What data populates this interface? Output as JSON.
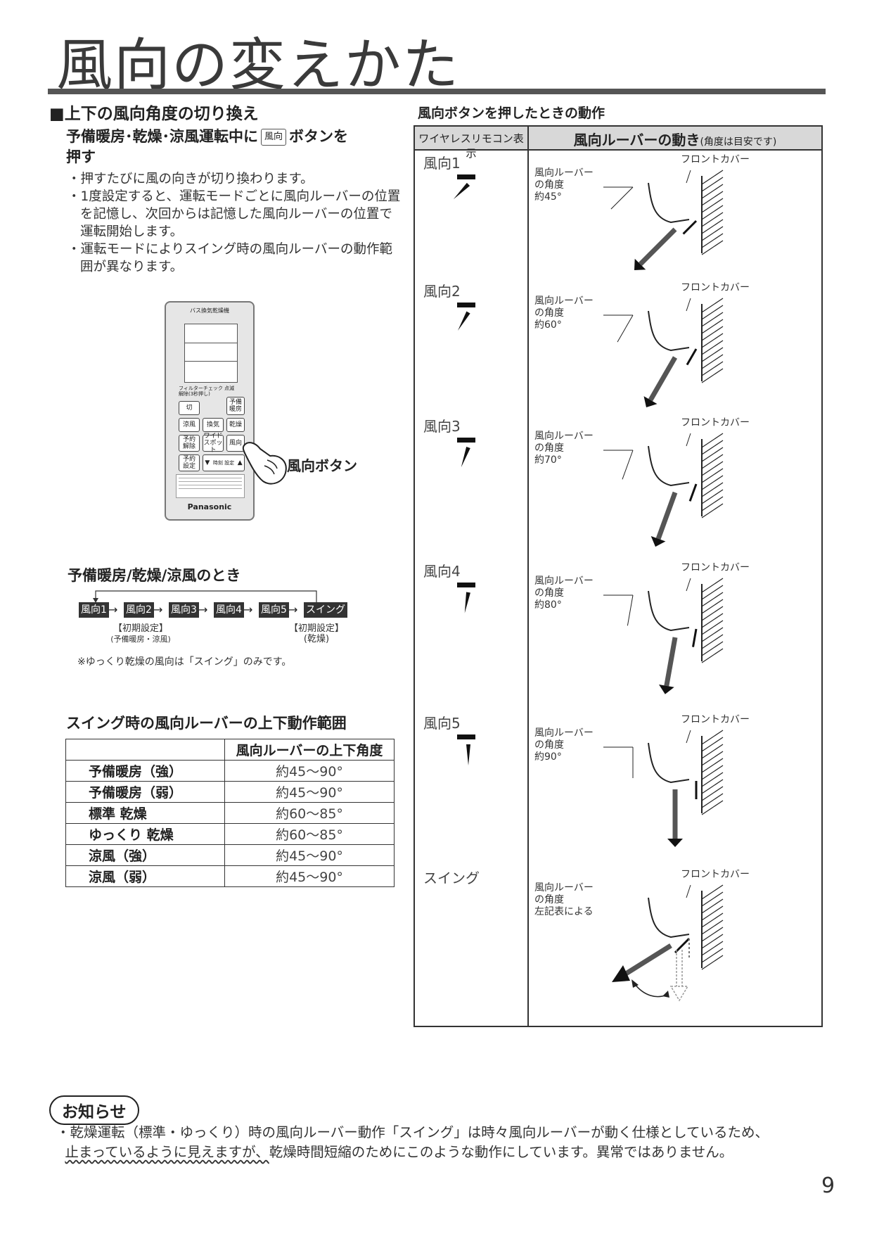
{
  "page_title": "風向の変えかた",
  "section": {
    "heading": "■上下の風向角度の切り換え",
    "lead_before": "予備暖房･乾燥･涼風運転中に",
    "lead_key": "風向",
    "lead_after": "ボタンを",
    "lead_line2": "押す",
    "bullets": [
      "・押すたびに風の向きが切り換わります。",
      "・1度設定すると、運転モードごとに風向ルーバーの位置を記憶し、次回からは記憶した風向ルーバーの位置で運転開始します。",
      "・運転モードによりスイング時の風向ルーバーの動作範囲が異なります。"
    ]
  },
  "remote": {
    "top_label": "バス換気乾燥機",
    "filter_text": "フィルターチェック 点滅解除(3秒押し)",
    "buttons": [
      "切",
      "予備 暖房",
      "涼風",
      "換気",
      "乾燥",
      "予約 解除",
      "ワイド スポット",
      "風向",
      "予約 設定",
      "▼",
      "時刻 設定",
      "▲"
    ],
    "brand": "Panasonic",
    "callout": "風向ボタン"
  },
  "sequence": {
    "heading": "予備暖房/乾燥/涼風のとき",
    "items": [
      "風向1",
      "風向2",
      "風向3",
      "風向4",
      "風向5",
      "スイング"
    ],
    "arrow": "→",
    "init_left": "【初期設定】",
    "init_left_sub": "(予備暖房・涼風)",
    "init_right": "【初期設定】",
    "init_right_sub": "(乾燥)",
    "note": "※ゆっくり乾燥の風向は「スイング」のみです。"
  },
  "range": {
    "heading": "スイング時の風向ルーバーの上下動作範囲",
    "col_header": "風向ルーバーの上下角度",
    "rows": [
      {
        "mode": "予備暖房（強）",
        "angle": "約45～90°"
      },
      {
        "mode": "予備暖房（弱）",
        "angle": "約45～90°"
      },
      {
        "mode": "標準 乾燥",
        "angle": "約60～85°"
      },
      {
        "mode": "ゆっくり 乾燥",
        "angle": "約60～85°"
      },
      {
        "mode": "涼風（強）",
        "angle": "約45～90°"
      },
      {
        "mode": "涼風（弱）",
        "angle": "約45～90°"
      }
    ]
  },
  "diagram": {
    "heading": "風向ボタンを押したときの動作",
    "col1": "ワイヤレスリモコン表示",
    "col2": "風向ルーバーの動き",
    "col2_note": "(角度は目安です)",
    "front_cover": "フロントカバー",
    "louver_label_1": "風向ルーバー",
    "louver_label_2": "の角度",
    "rows": [
      {
        "label": "風向1",
        "angle": "約45°",
        "deg": 45
      },
      {
        "label": "風向2",
        "angle": "約60°",
        "deg": 60
      },
      {
        "label": "風向3",
        "angle": "約70°",
        "deg": 70
      },
      {
        "label": "風向4",
        "angle": "約80°",
        "deg": 80
      },
      {
        "label": "風向5",
        "angle": "約90°",
        "deg": 90
      },
      {
        "label": "スイング",
        "angle": "左記表による",
        "deg": null
      }
    ]
  },
  "notice": {
    "badge": "お知らせ",
    "line1": "・乾燥運転（標準・ゆっくり）時の風向ルーバー動作「スイング」は時々風向ルーバーが動く仕様としているため、",
    "line2_underlined": "止まっているように見えますが、",
    "line2_rest": "乾燥時間短縮のためにこのような動作にしています。異常ではありません。"
  },
  "page_number": "9"
}
